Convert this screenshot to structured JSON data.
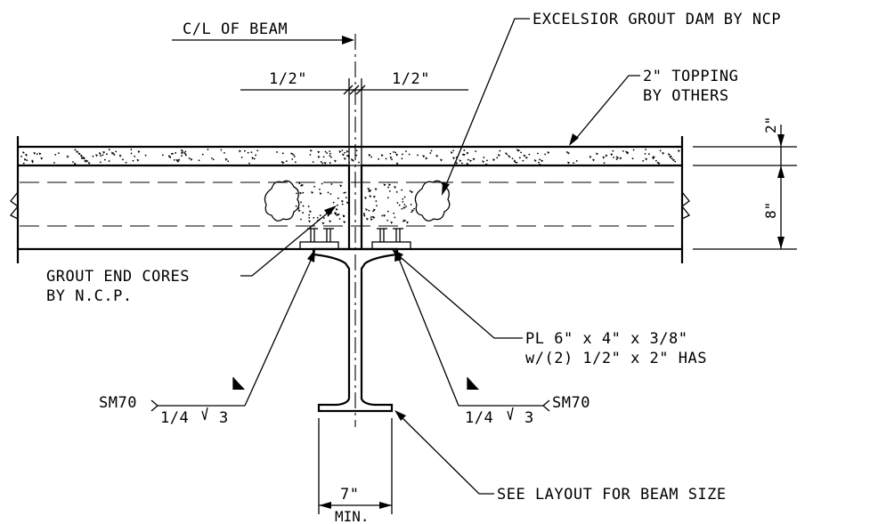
{
  "labels": {
    "centerline": "C/L OF BEAM",
    "grout_dam": "EXCELSIOR GROUT DAM BY NCP",
    "half_left": "1/2\"",
    "half_right": "1/2\"",
    "topping_line1": "2\" TOPPING",
    "topping_line2": "BY OTHERS",
    "dim_topping": "2\"",
    "dim_plank": "8\"",
    "grout_cores_line1": "GROUT END CORES",
    "grout_cores_line2": "BY N.C.P.",
    "plate_line1": "PL 6\" x 4\" x 3/8\"",
    "plate_line2": "w/(2) 1/2\" x 2\" HAS",
    "weld_left_ref": "SM70",
    "weld_left_size": "1/4",
    "weld_left_len": "3",
    "weld_right_ref": "SM70",
    "weld_right_size": "1/4",
    "weld_right_len": "3",
    "flange_width": "7\"",
    "flange_min": "MIN.",
    "beam_size": "SEE LAYOUT FOR BEAM SIZE"
  },
  "colors": {
    "ink": "#000000",
    "paper": "#ffffff"
  }
}
